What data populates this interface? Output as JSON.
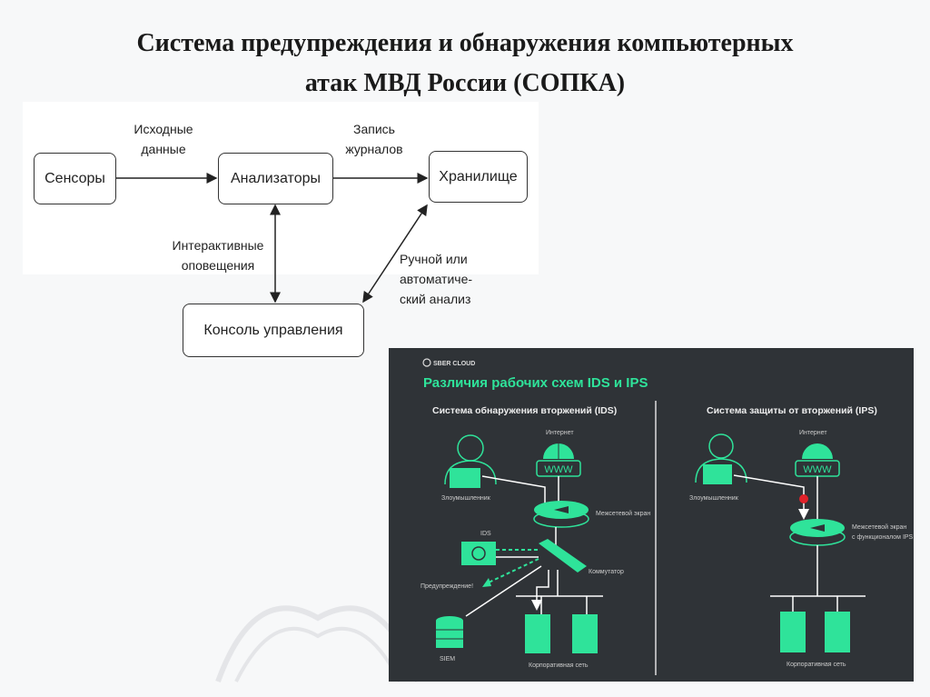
{
  "slide_title": {
    "line1": "Система предупреждения и обнаружения компьютерных",
    "line2": "атак МВД России (СОПКА)"
  },
  "flow_diagram": {
    "nodes": {
      "sensors": "Сенсоры",
      "analyzers": "Анализаторы",
      "storage": "Хранилище",
      "console": "Консоль управления"
    },
    "edges": {
      "raw_data": {
        "line1": "Исходные",
        "line2": "данные"
      },
      "log_write": {
        "line1": "Запись",
        "line2": "журналов"
      },
      "interactive_alerts": {
        "line1": "Интерактивные",
        "line2": "оповещения"
      },
      "analysis": {
        "line1": "Ручной или",
        "line2": "автоматиче-",
        "line3": "ский анализ"
      }
    }
  },
  "ids_ips_panel": {
    "logo": "SBER CLOUD",
    "title": "Различия рабочих схем IDS и IPS",
    "accent_color": "#2fe39a",
    "background_color": "#2f3337",
    "ids": {
      "subtitle": "Система обнаружения вторжений (IDS)",
      "attacker": "Злоумышленник",
      "internet": "Интернет",
      "www": "WWW",
      "firewall": "Межсетевой экран",
      "ids_label": "IDS",
      "switch": "Коммутатор",
      "warning": "Предупреждение!",
      "siem": "SIEM",
      "corp_network": "Корпоративная сеть"
    },
    "ips": {
      "subtitle": "Система защиты от вторжений (IPS)",
      "attacker": "Злоумышленник",
      "internet": "Интернет",
      "www": "WWW",
      "firewall_line1": "Межсетевой экран",
      "firewall_line2": "с функционалом IPS",
      "corp_network": "Корпоративная сеть"
    }
  }
}
